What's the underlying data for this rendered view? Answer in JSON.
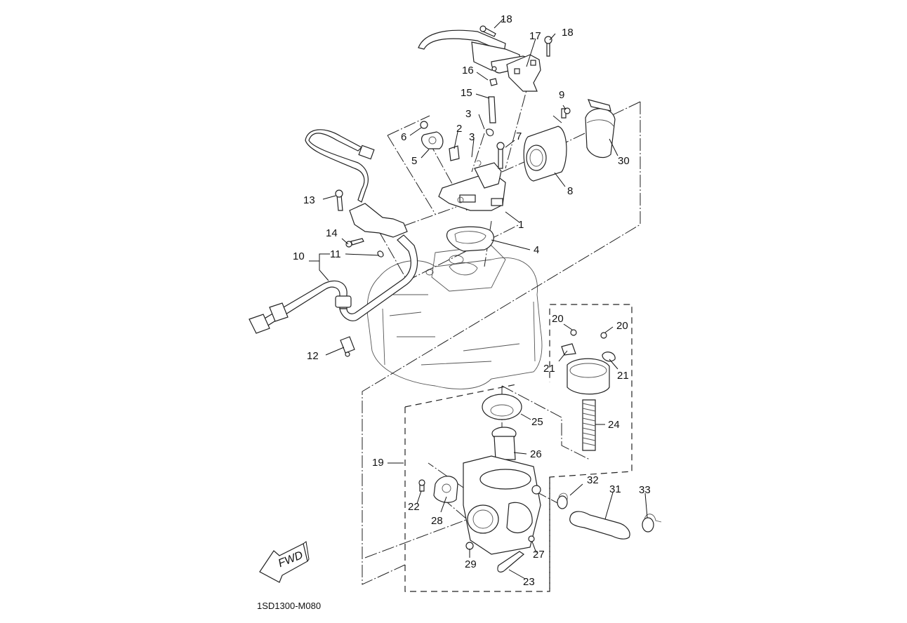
{
  "diagram": {
    "title": "Throttle body / intake exploded parts view",
    "drawing_code": "1SD1300-M080",
    "fwd_label": "FWD",
    "callouts": [
      {
        "id": "c1",
        "text": "1"
      },
      {
        "id": "c2",
        "text": "2"
      },
      {
        "id": "c3a",
        "text": "3"
      },
      {
        "id": "c3b",
        "text": "3"
      },
      {
        "id": "c4",
        "text": "4"
      },
      {
        "id": "c5",
        "text": "5"
      },
      {
        "id": "c6",
        "text": "6"
      },
      {
        "id": "c7",
        "text": "7"
      },
      {
        "id": "c8",
        "text": "8"
      },
      {
        "id": "c9",
        "text": "9"
      },
      {
        "id": "c10",
        "text": "10"
      },
      {
        "id": "c11",
        "text": "11"
      },
      {
        "id": "c12",
        "text": "12"
      },
      {
        "id": "c13",
        "text": "13"
      },
      {
        "id": "c14",
        "text": "14"
      },
      {
        "id": "c15",
        "text": "15"
      },
      {
        "id": "c16",
        "text": "16"
      },
      {
        "id": "c17",
        "text": "17"
      },
      {
        "id": "c18a",
        "text": "18"
      },
      {
        "id": "c18b",
        "text": "18"
      },
      {
        "id": "c19",
        "text": "19"
      },
      {
        "id": "c20a",
        "text": "20"
      },
      {
        "id": "c20b",
        "text": "20"
      },
      {
        "id": "c21a",
        "text": "21"
      },
      {
        "id": "c21b",
        "text": "21"
      },
      {
        "id": "c22",
        "text": "22"
      },
      {
        "id": "c23",
        "text": "23"
      },
      {
        "id": "c24",
        "text": "24"
      },
      {
        "id": "c25",
        "text": "25"
      },
      {
        "id": "c26",
        "text": "26"
      },
      {
        "id": "c27",
        "text": "27"
      },
      {
        "id": "c28",
        "text": "28"
      },
      {
        "id": "c29",
        "text": "29"
      },
      {
        "id": "c30",
        "text": "30"
      },
      {
        "id": "c31",
        "text": "31"
      },
      {
        "id": "c32",
        "text": "32"
      },
      {
        "id": "c33",
        "text": "33"
      }
    ]
  }
}
